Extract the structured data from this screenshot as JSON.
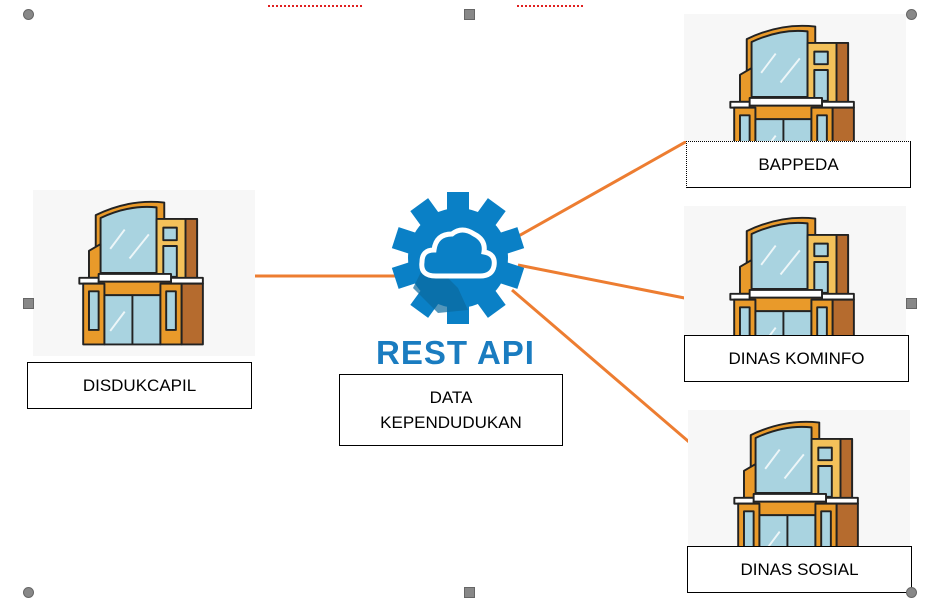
{
  "colors": {
    "connector": "#ed7d31",
    "gear": "#0a80c6",
    "gear_shadow": "#0a6a9e",
    "rest_text": "#1a7cc0"
  },
  "center": {
    "logo_text": "REST API",
    "label_line1": "DATA",
    "label_line2": "KEPENDUDUKAN",
    "icon": "gear-cloud-icon"
  },
  "source": {
    "label": "DISDUKCAPIL",
    "icon": "building-icon"
  },
  "targets": [
    {
      "label": "BAPPEDA",
      "icon": "building-icon"
    },
    {
      "label": "DINAS KOMINFO",
      "icon": "building-icon"
    },
    {
      "label": "DINAS SOSIAL",
      "icon": "building-icon"
    }
  ]
}
